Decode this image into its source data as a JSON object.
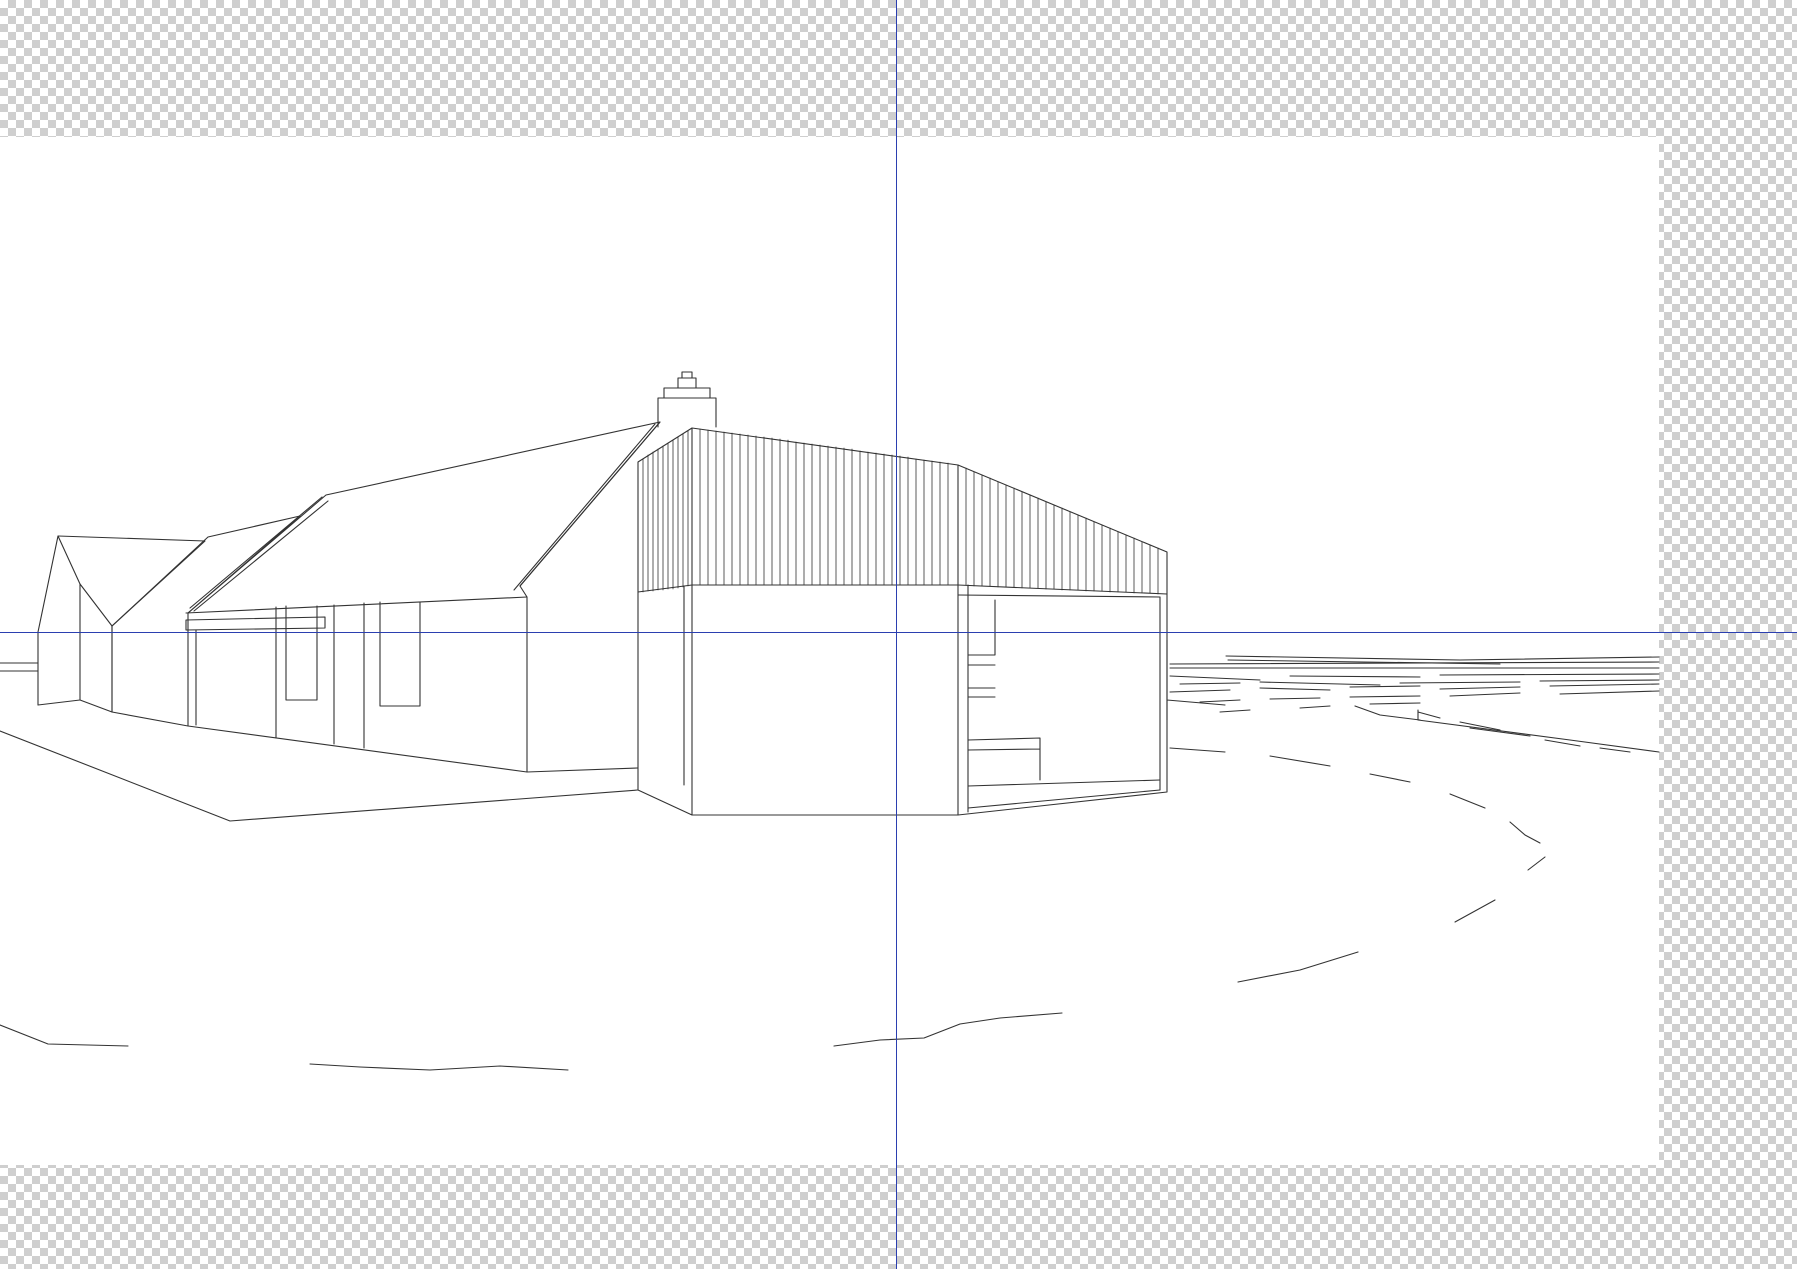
{
  "canvas": {
    "background": "transparent-checkerboard",
    "checker_color": "#cfcfcf",
    "artboard_color": "#ffffff"
  },
  "drawing": {
    "subject": "line-drawing",
    "stroke_color": "#333333"
  },
  "guides": {
    "color": "#2b3fb0",
    "vertical_count": 1,
    "horizontal_count": 1
  }
}
